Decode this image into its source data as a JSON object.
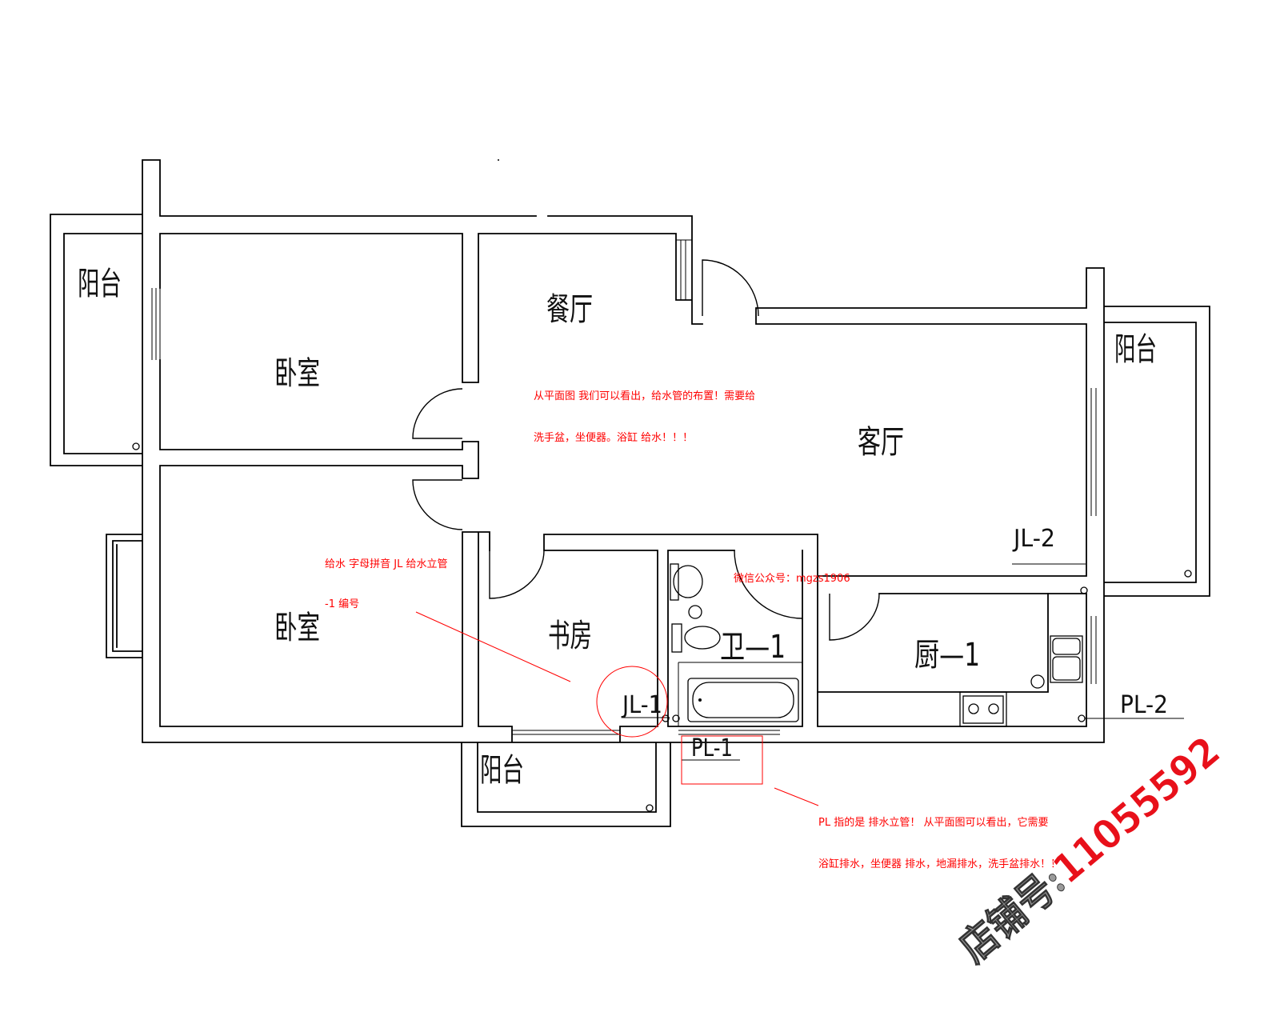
{
  "rooms": {
    "balcony_left": "阳台",
    "bedroom_top": "卧室",
    "dining": "餐厅",
    "living": "客厅",
    "balcony_right": "阳台",
    "bedroom_bottom": "卧室",
    "study": "书房",
    "bathroom": "卫—1",
    "kitchen": "厨—1",
    "balcony_bottom": "阳台"
  },
  "risers": {
    "jl1": "JL-1",
    "jl2": "JL-2",
    "pl1": "PL-1",
    "pl2": "PL-2"
  },
  "notes": {
    "supply_line1": "从平面图 我们可以看出，给水管的布置！需要给",
    "supply_line2": "洗手盆，坐便器。浴缸 给水！！！",
    "jl_line1": "给水 字母拼音  JL  给水立管",
    "jl_line2": "-1   编号",
    "wechat": "微信公众号：mgzs1906",
    "pl_line1": "PL  指的是 排水立管！  从平面图可以看出，它需要",
    "pl_line2": "浴缸排水，坐便器 排水，地漏排水，洗手盆排水！！"
  },
  "watermark": {
    "shop_label": "店铺号:",
    "shop_number": "11055592"
  },
  "colors": {
    "wall": "#000000",
    "annotation": "#ff0000",
    "background": "#ffffff"
  }
}
